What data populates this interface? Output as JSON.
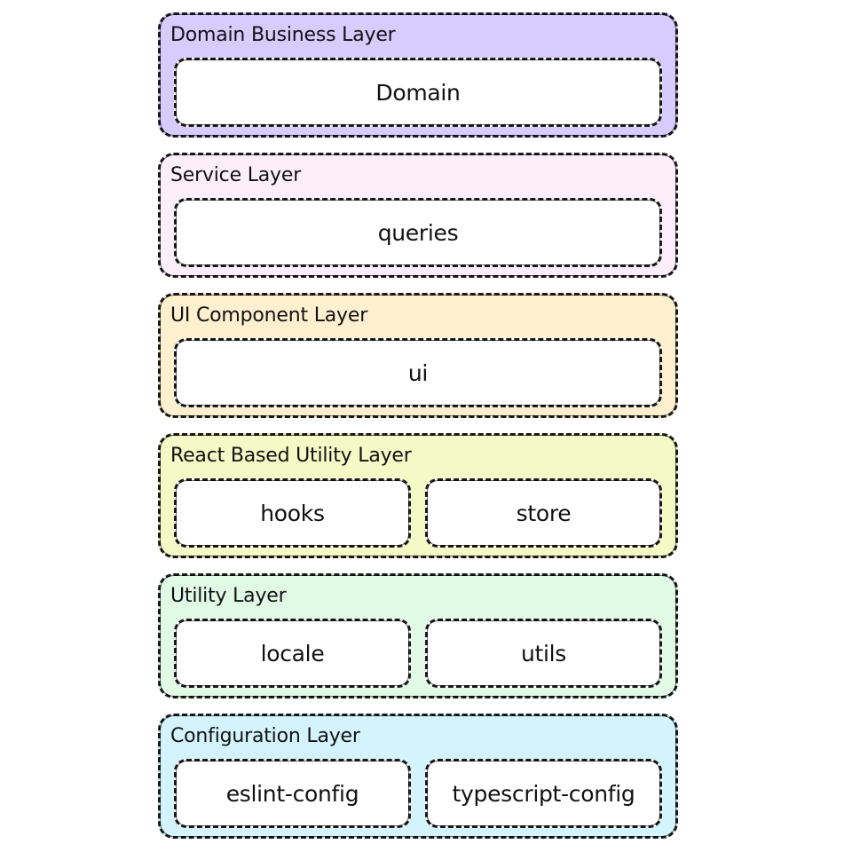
{
  "diagram": {
    "layers": [
      {
        "title": "Domain Business Layer",
        "color": "#d8ccff",
        "modules": [
          "Domain"
        ]
      },
      {
        "title": "Service Layer",
        "color": "#fdeefc",
        "modules": [
          "queries"
        ]
      },
      {
        "title": "UI Component Layer",
        "color": "#fdf0cf",
        "modules": [
          "ui"
        ]
      },
      {
        "title": "React Based Utility Layer",
        "color": "#f3fac6",
        "modules": [
          "hooks",
          "store"
        ]
      },
      {
        "title": "Utility Layer",
        "color": "#e0fae6",
        "modules": [
          "locale",
          "utils"
        ]
      },
      {
        "title": "Configuration Layer",
        "color": "#d4f4fd",
        "modules": [
          "eslint-config",
          "typescript-config"
        ]
      }
    ]
  }
}
